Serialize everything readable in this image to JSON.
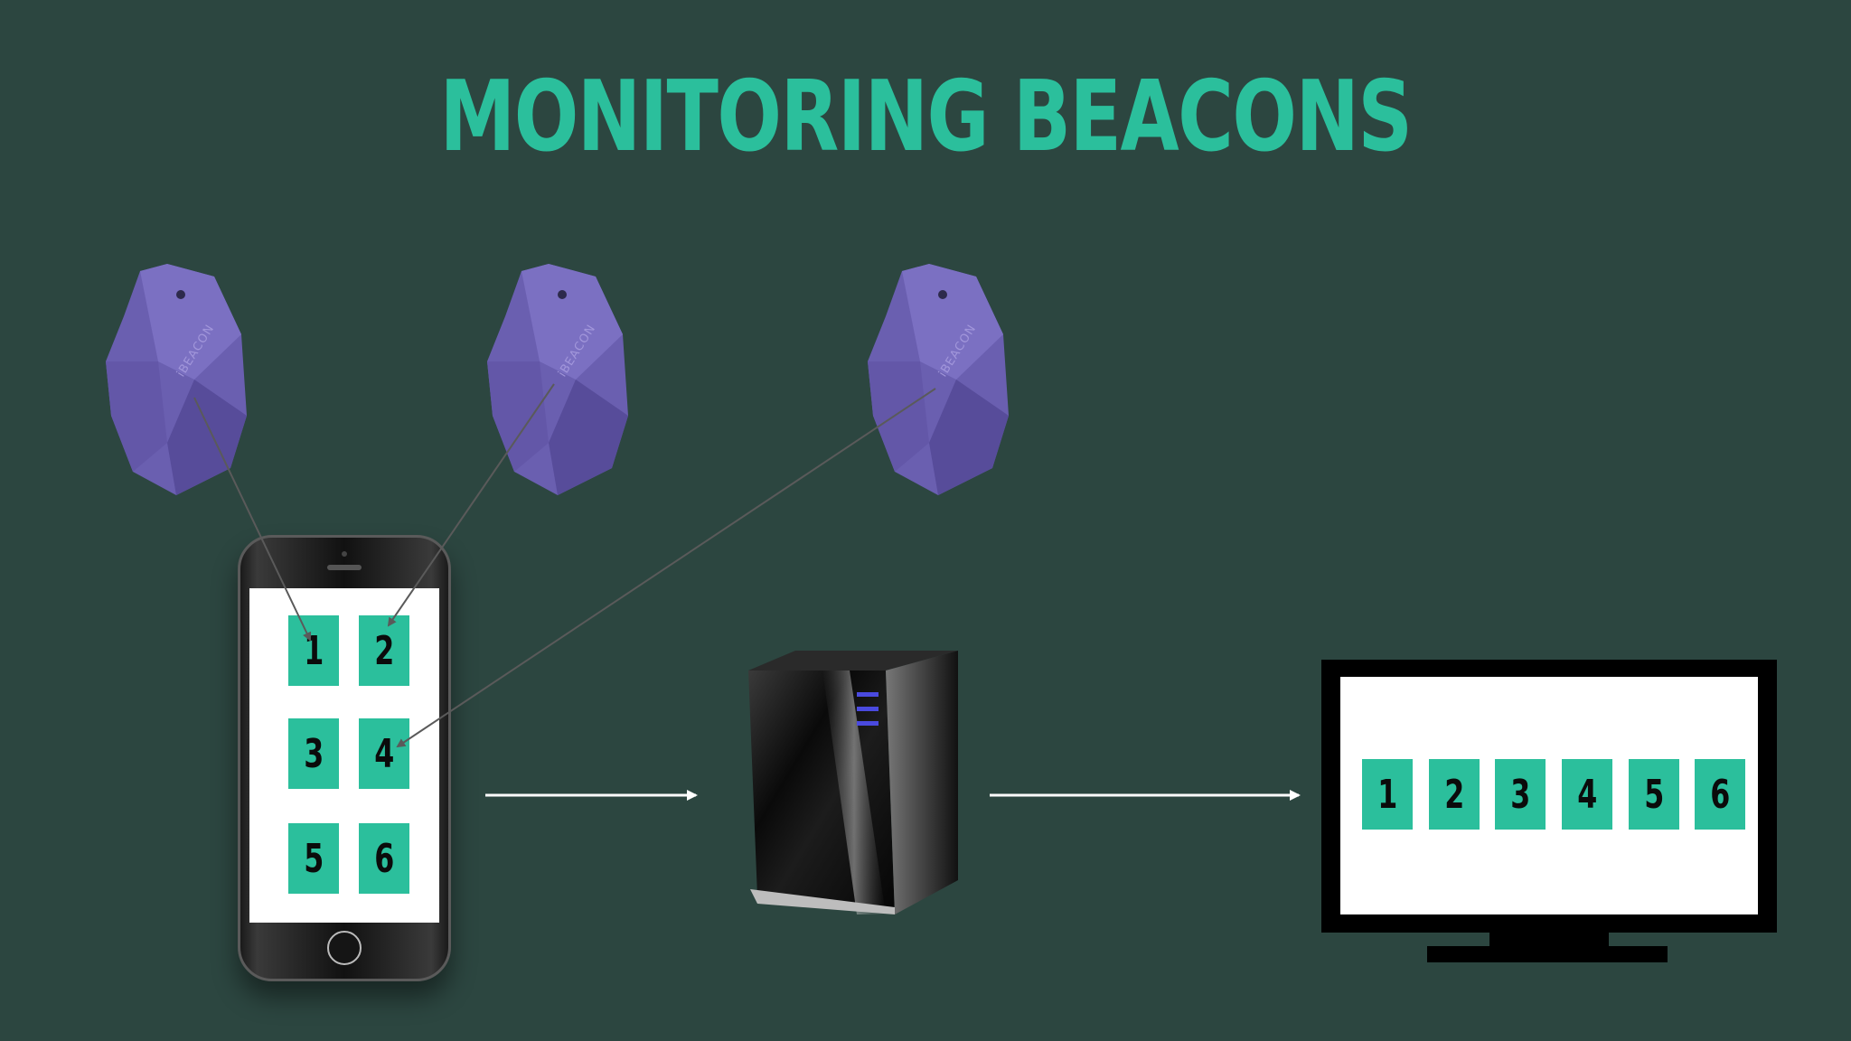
{
  "title": "MONITORING BEACONS",
  "beacon_brand": "iBEACON",
  "colors": {
    "background": "#2c4640",
    "accent": "#2bbf9c",
    "beacon": "#6a5fb0",
    "screen": "#ffffff"
  },
  "phone": {
    "tiles": [
      "1",
      "2",
      "3",
      "4",
      "5",
      "6"
    ]
  },
  "monitor": {
    "tiles": [
      "1",
      "2",
      "3",
      "4",
      "5",
      "6"
    ]
  },
  "icons": [
    "beacon-icon",
    "phone-icon",
    "server-icon",
    "monitor-icon"
  ]
}
